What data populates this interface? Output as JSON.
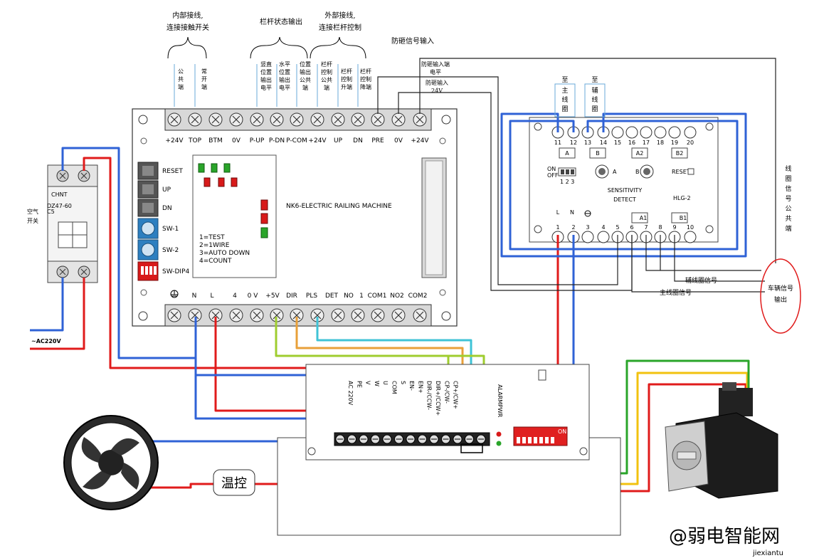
{
  "header": {
    "internal_wiring": [
      "内部接线,",
      "连接接触开关"
    ],
    "barrier_status_output": "栏杆状态输出",
    "external_wiring": [
      "外部接线,",
      "连接栏杆控制"
    ],
    "anti_smash_input": "防砸信号输入",
    "anti_smash_input_level": [
      "防砸输入端",
      "电平"
    ],
    "anti_smash_input_24v": [
      "防砸输入",
      "24V"
    ],
    "to_main_coil": [
      "至",
      "主",
      "线",
      "圈"
    ],
    "to_aux_coil": [
      "至",
      "辅",
      "线",
      "圈"
    ]
  },
  "upper_col_labels": [
    [
      "公",
      "共",
      "端"
    ],
    [
      "常",
      "开",
      "端"
    ],
    [
      "竖直",
      "位置",
      "输出",
      "电平"
    ],
    [
      "水平",
      "位置",
      "输出",
      "电平"
    ],
    [
      "位置",
      "输出",
      "公共",
      "端"
    ],
    [
      "栏杆",
      "控制",
      "公共",
      "端"
    ],
    [
      "栏杆",
      "控制",
      "升端"
    ],
    [
      "栏杆",
      "控制",
      "降端"
    ]
  ],
  "board": {
    "top_terminals": [
      "+24V",
      "TOP",
      "BTM",
      "0V",
      "P-UP",
      "P-DN",
      "P-COM",
      "+24V",
      "UP",
      "DN",
      "PRE",
      "0V",
      "+24V"
    ],
    "bottom_terminals": [
      "N",
      "L",
      "4",
      "0 V",
      "+5V",
      "DIR",
      "PLS",
      "DET",
      "NO",
      "1",
      "COM1",
      "NO2",
      "COM2"
    ],
    "side_controls": [
      "RESET",
      "UP",
      "DN",
      "SW-1",
      "SW-2",
      "SW-DIP4"
    ],
    "title": "NK6-ELECTRIC RAILING MACHINE",
    "modes": [
      "1=TEST",
      "2=1WIRE",
      "3=AUTO DOWN",
      "4=COUNT"
    ]
  },
  "detector": {
    "top_numbers": [
      "11",
      "12",
      "13",
      "14",
      "15",
      "16",
      "17",
      "18",
      "19",
      "20"
    ],
    "bottom_numbers": [
      "1",
      "2",
      "3",
      "4",
      "5",
      "6",
      "7",
      "8",
      "9",
      "10"
    ],
    "relay_labels": [
      "A",
      "B",
      "A2",
      "B2",
      "A1",
      "B1"
    ],
    "on_off": [
      "ON",
      "OFF"
    ],
    "dip_numbers": "1 2 3",
    "knob_a": "A",
    "knob_b": "B",
    "reset": "RESET",
    "sensitivity": "SENSITIVITY",
    "detect": "DETECT",
    "model": "HLG-2",
    "power_l": "L",
    "power_n": "N"
  },
  "breaker": {
    "brand": "CHNT",
    "model": "DZ47-60",
    "rating": "C5",
    "label": [
      "空气",
      "开关"
    ]
  },
  "supply_label": "~AC220V",
  "driver": {
    "terminals": [
      "AC 220V",
      "PE",
      "V",
      "W",
      "U",
      "COM",
      "S",
      "EN-",
      "EN+",
      "DIR-/CCW-",
      "DIR+/CCW+",
      "CP-/CW-",
      "CP+/CW+"
    ],
    "alarm_pwr": "ALARMPWR",
    "switch_on": "ON"
  },
  "right_side": {
    "coil_common": [
      "线",
      "圈",
      "信",
      "号",
      "公",
      "共",
      "端"
    ],
    "aux_coil_signal": "辅线圈信号",
    "main_coil_signal": "主线圈信号",
    "vehicle_signal_output": [
      "车辆信号",
      "输出"
    ]
  },
  "thermo_label": "温控",
  "watermark": "@弱电智能网",
  "watermark_small": "jiexiantu",
  "colors": {
    "blue": "#2f62d6",
    "red": "#e01b1b",
    "green": "#2aa52a",
    "yellow": "#f2c20f",
    "cyan": "#3fc3d6",
    "orange": "#e8a03a"
  }
}
